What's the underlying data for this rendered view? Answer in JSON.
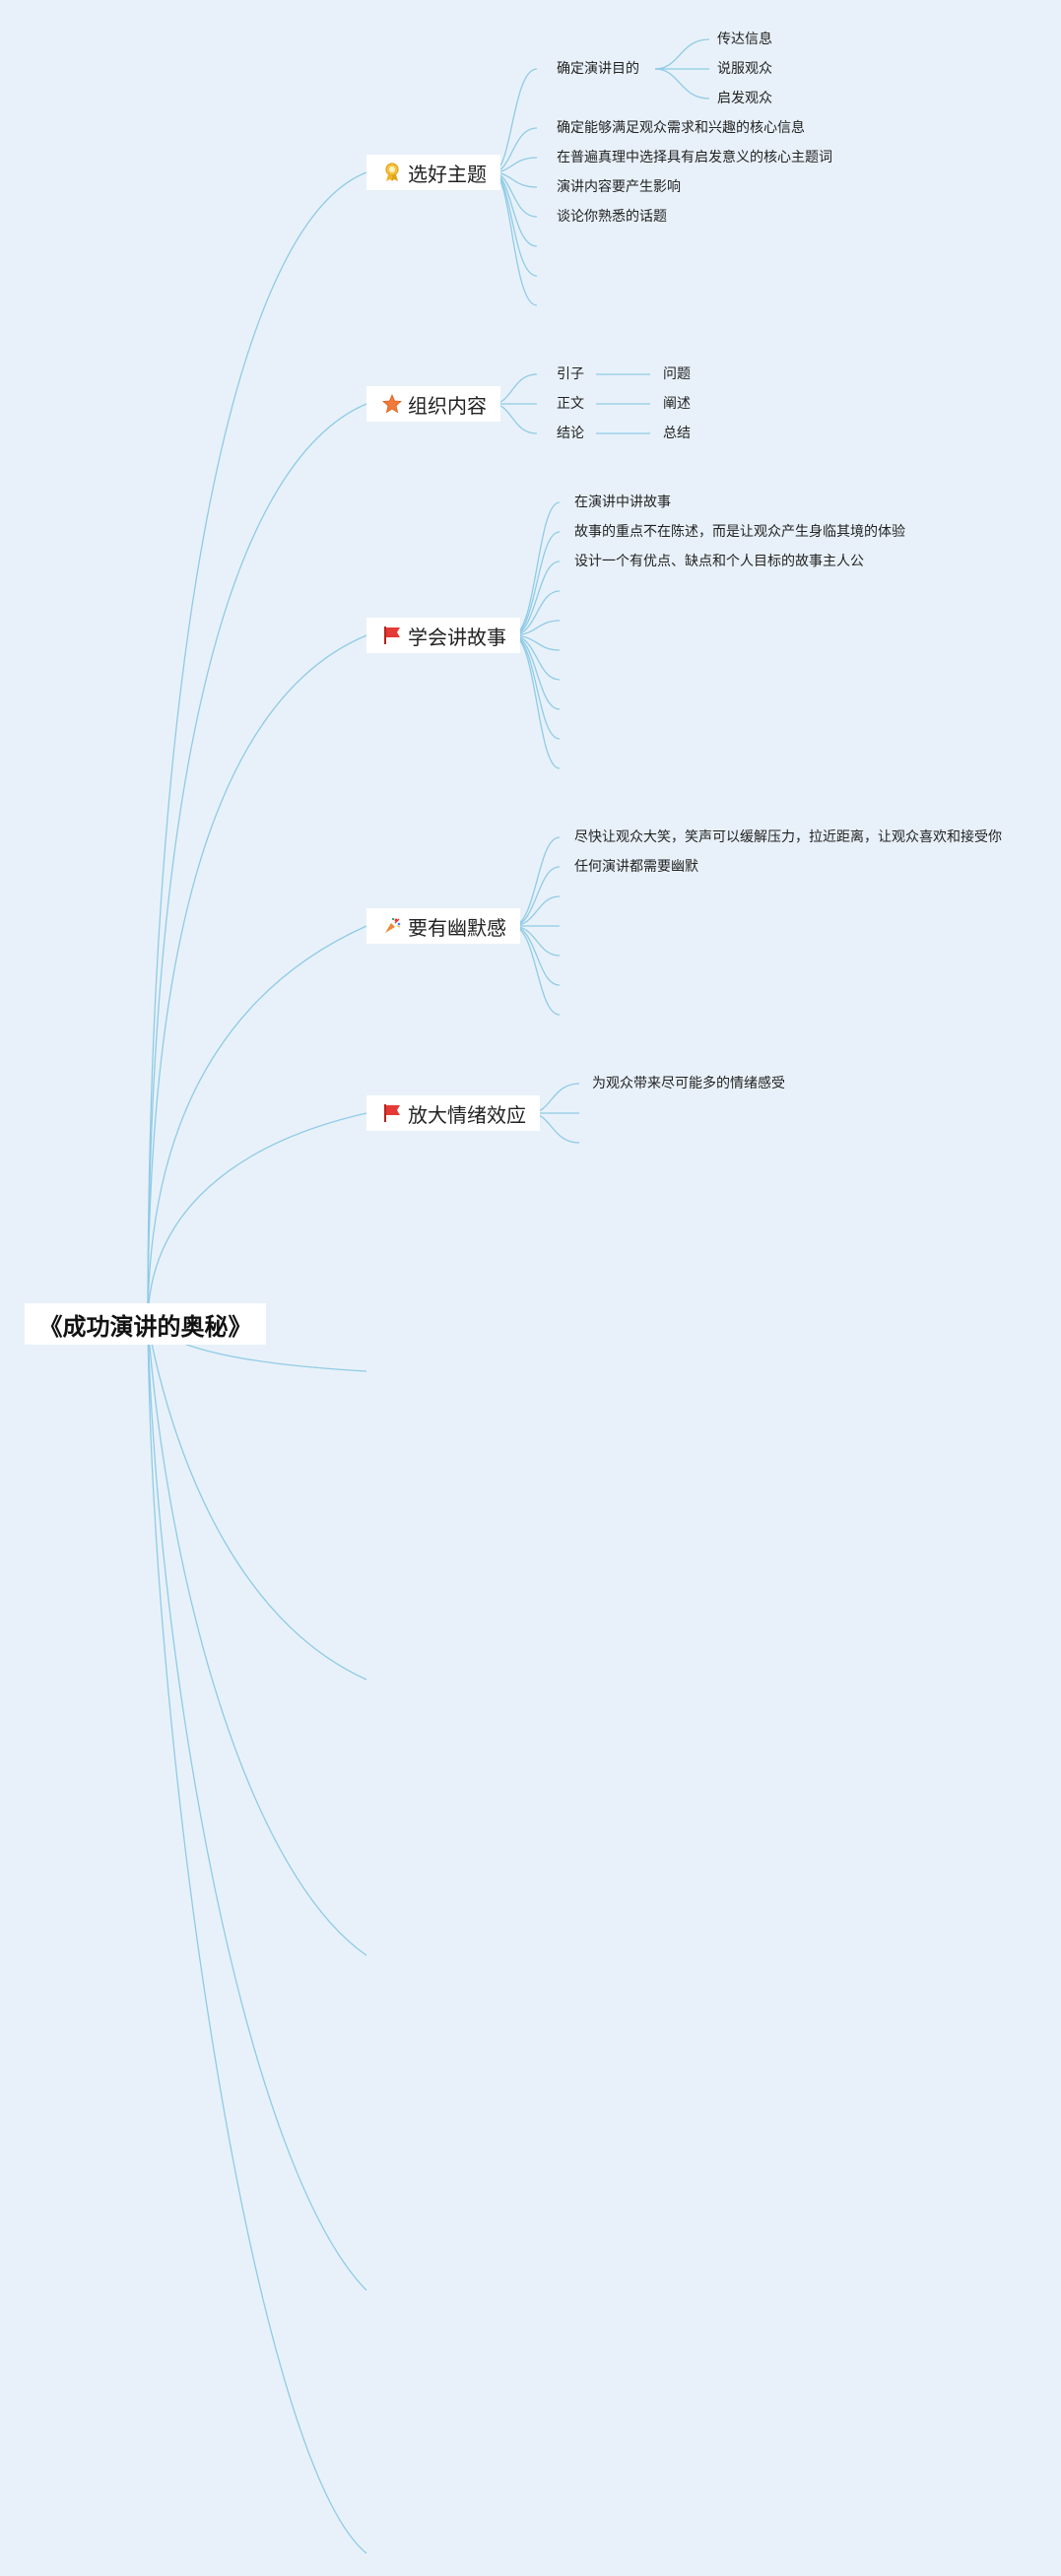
{
  "root": {
    "title": "《成功演讲的奥秘》"
  },
  "branches": [
    {
      "label": "选好主题",
      "icon": "award-ribbon-icon",
      "children": [
        {
          "text": "确定演讲目的",
          "children": [
            "传达信息",
            "说服观众",
            "启发观众"
          ]
        },
        {
          "text": "确定能够满足观众需求和兴趣的核心信息"
        },
        {
          "text": "在普遍真理中选择具有启发意义的核心主题词"
        },
        {
          "text": "演讲内容要产生影响"
        },
        {
          "text": "谈论你熟悉的话题"
        }
      ]
    },
    {
      "label": "组织内容",
      "icon": "star-icon",
      "children": [
        {
          "text": "引子",
          "children": [
            "问题"
          ]
        },
        {
          "text": "正文",
          "children": [
            "阐述"
          ]
        },
        {
          "text": "结论",
          "children": [
            "总结"
          ]
        }
      ]
    },
    {
      "label": "学会讲故事",
      "icon": "red-flag-icon",
      "children": [
        {
          "text": "在演讲中讲故事"
        },
        {
          "text": "故事的重点不在陈述，而是让观众产生身临其境的体验"
        },
        {
          "text": "设计一个有优点、缺点和个人目标的故事主人公"
        }
      ]
    },
    {
      "label": "要有幽默感",
      "icon": "party-popper-icon",
      "children": [
        {
          "text": "尽快让观众大笑，笑声可以缓解压力，拉近距离，让观众喜欢和接受你"
        },
        {
          "text": "任何演讲都需要幽默"
        }
      ]
    },
    {
      "label": "放大情绪效应",
      "icon": "red-flag-icon",
      "children": [
        {
          "text": "为观众带来尽可能多的情绪感受"
        }
      ]
    }
  ],
  "colors": {
    "background": "#e8f1f9",
    "connector": "#8fcbe6",
    "node": "#ffffff"
  }
}
